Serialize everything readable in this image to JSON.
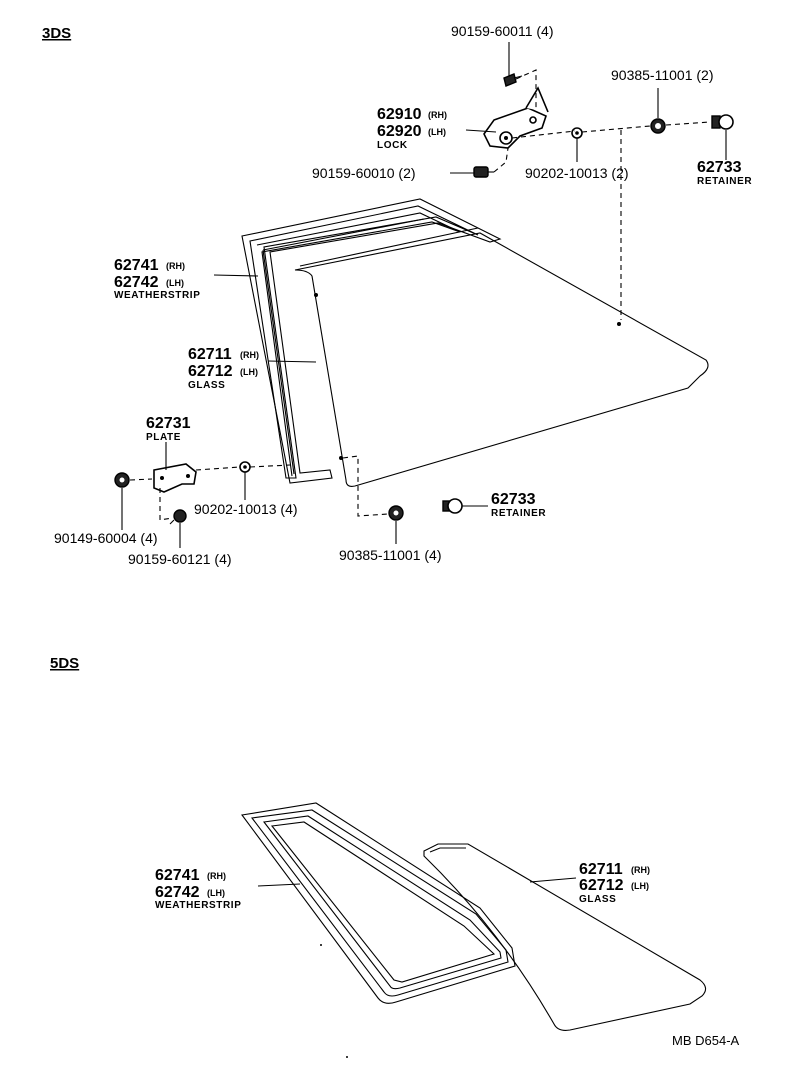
{
  "sections": {
    "s3ds": "3DS",
    "s5ds": "5DS"
  },
  "labels3": {
    "bolt_lock_top": "90159-60011 (4)",
    "nut_lock_top": "90385-11001 (2)",
    "lock_rh_num": "62910",
    "lock_rh_sfx": "(RH)",
    "lock_lh_num": "62920",
    "lock_lh_sfx": "(LH)",
    "lock_desc": "LOCK",
    "bolt_lock_side": "90159-60010 (2)",
    "washer_top": "90202-10013 (2)",
    "ret_top_num": "62733",
    "ret_top_desc": "RETAINER",
    "ws_rh_num": "62741",
    "ws_rh_sfx": "(RH)",
    "ws_lh_num": "62742",
    "ws_lh_sfx": "(LH)",
    "ws_desc": "WEATHERSTRIP",
    "gl_rh_num": "62711",
    "gl_rh_sfx": "(RH)",
    "gl_lh_num": "62712",
    "gl_lh_sfx": "(LH)",
    "gl_desc": "GLASS",
    "plate_num": "62731",
    "plate_desc": "PLATE",
    "washer_bottom": "90202-10013 (4)",
    "ret_bot_num": "62733",
    "ret_bot_desc": "RETAINER",
    "nut_plate": "90149-60004 (4)",
    "bolt_plate": "90159-60121 (4)",
    "nut_bottom": "90385-11001 (4)"
  },
  "labels5": {
    "ws_rh_num": "62741",
    "ws_rh_sfx": "(RH)",
    "ws_lh_num": "62742",
    "ws_lh_sfx": "(LH)",
    "ws_desc": "WEATHERSTRIP",
    "gl_rh_num": "62711",
    "gl_rh_sfx": "(RH)",
    "gl_lh_num": "62712",
    "gl_lh_sfx": "(LH)",
    "gl_desc": "GLASS"
  },
  "drawing_ref": "MB D654-A"
}
